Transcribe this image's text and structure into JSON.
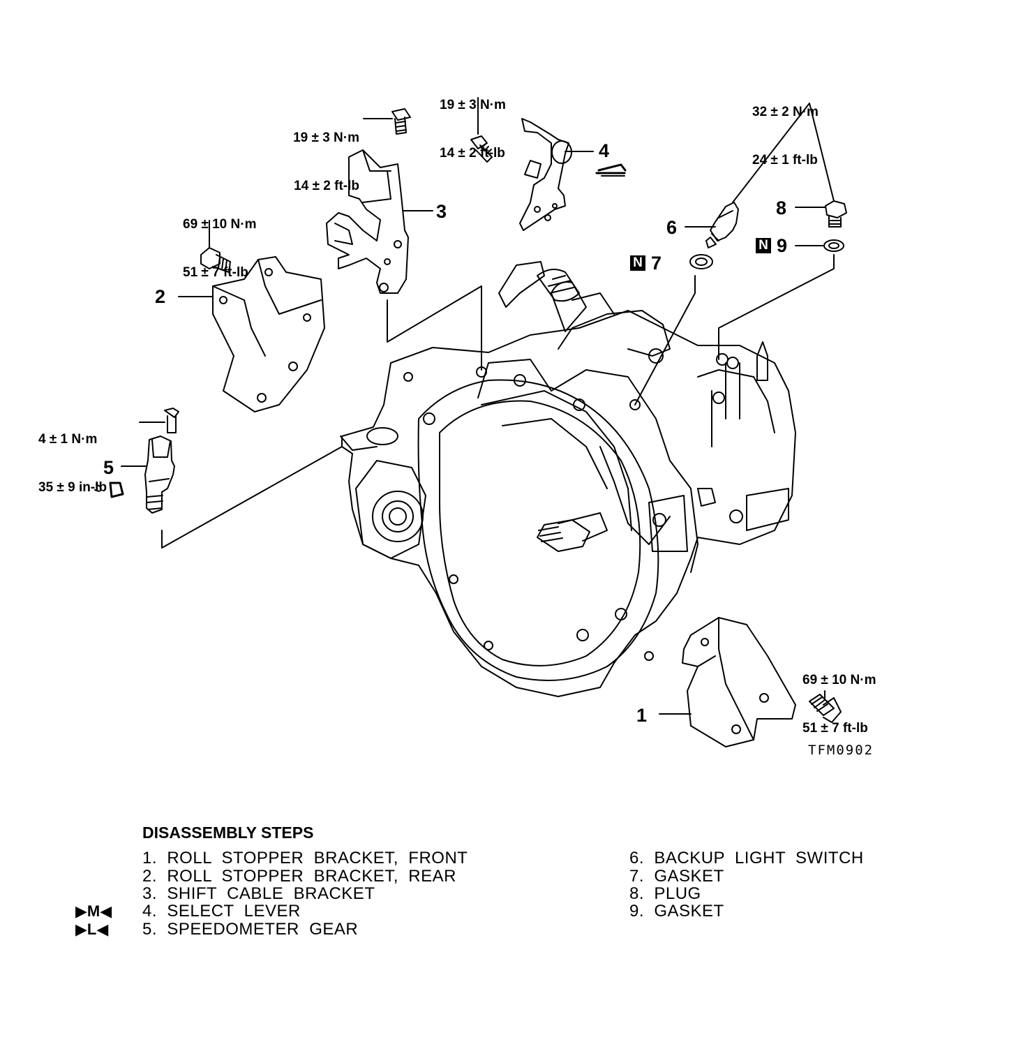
{
  "figure_id": "TFM0902",
  "torque_specs": {
    "t1": {
      "nm": "19 ± 3 N·m",
      "ft": "14 ± 2 ft-lb"
    },
    "t2": {
      "nm": "19 ± 3 N·m",
      "ft": "14 ± 2 ft-lb"
    },
    "t3": {
      "nm": "32 ± 2 N·m",
      "ft": "24 ± 1 ft-lb"
    },
    "t4": {
      "nm": "69 ± 10 N·m",
      "ft": "51 ± 7 ft-lb"
    },
    "t5": {
      "nm": "4 ± 1 N·m",
      "ft": "35 ± 9 in-lb"
    },
    "t6": {
      "nm": "69 ± 10 N·m",
      "ft": "51 ± 7 ft-lb"
    }
  },
  "callouts": {
    "c1": "1",
    "c2": "2",
    "c3": "3",
    "c4": "4",
    "c5": "5",
    "c6": "6",
    "c7": "7",
    "c8": "8",
    "c9": "9",
    "new_part_mark": "N"
  },
  "disassembly": {
    "title": "DISASSEMBLY STEPS",
    "left_steps": [
      {
        "marker": "",
        "text": "1.  ROLL  STOPPER  BRACKET,  FRONT"
      },
      {
        "marker": "",
        "text": "2.  ROLL  STOPPER  BRACKET,  REAR"
      },
      {
        "marker": "",
        "text": "3.  SHIFT  CABLE  BRACKET"
      },
      {
        "marker": "▶M◀",
        "text": "4.  SELECT  LEVER"
      },
      {
        "marker": "▶L◀",
        "text": "5.  SPEEDOMETER  GEAR"
      }
    ],
    "right_steps": [
      {
        "text": "6.  BACKUP  LIGHT  SWITCH"
      },
      {
        "text": "7.  GASKET"
      },
      {
        "text": "8.  PLUG"
      },
      {
        "text": "9.  GASKET"
      }
    ]
  }
}
